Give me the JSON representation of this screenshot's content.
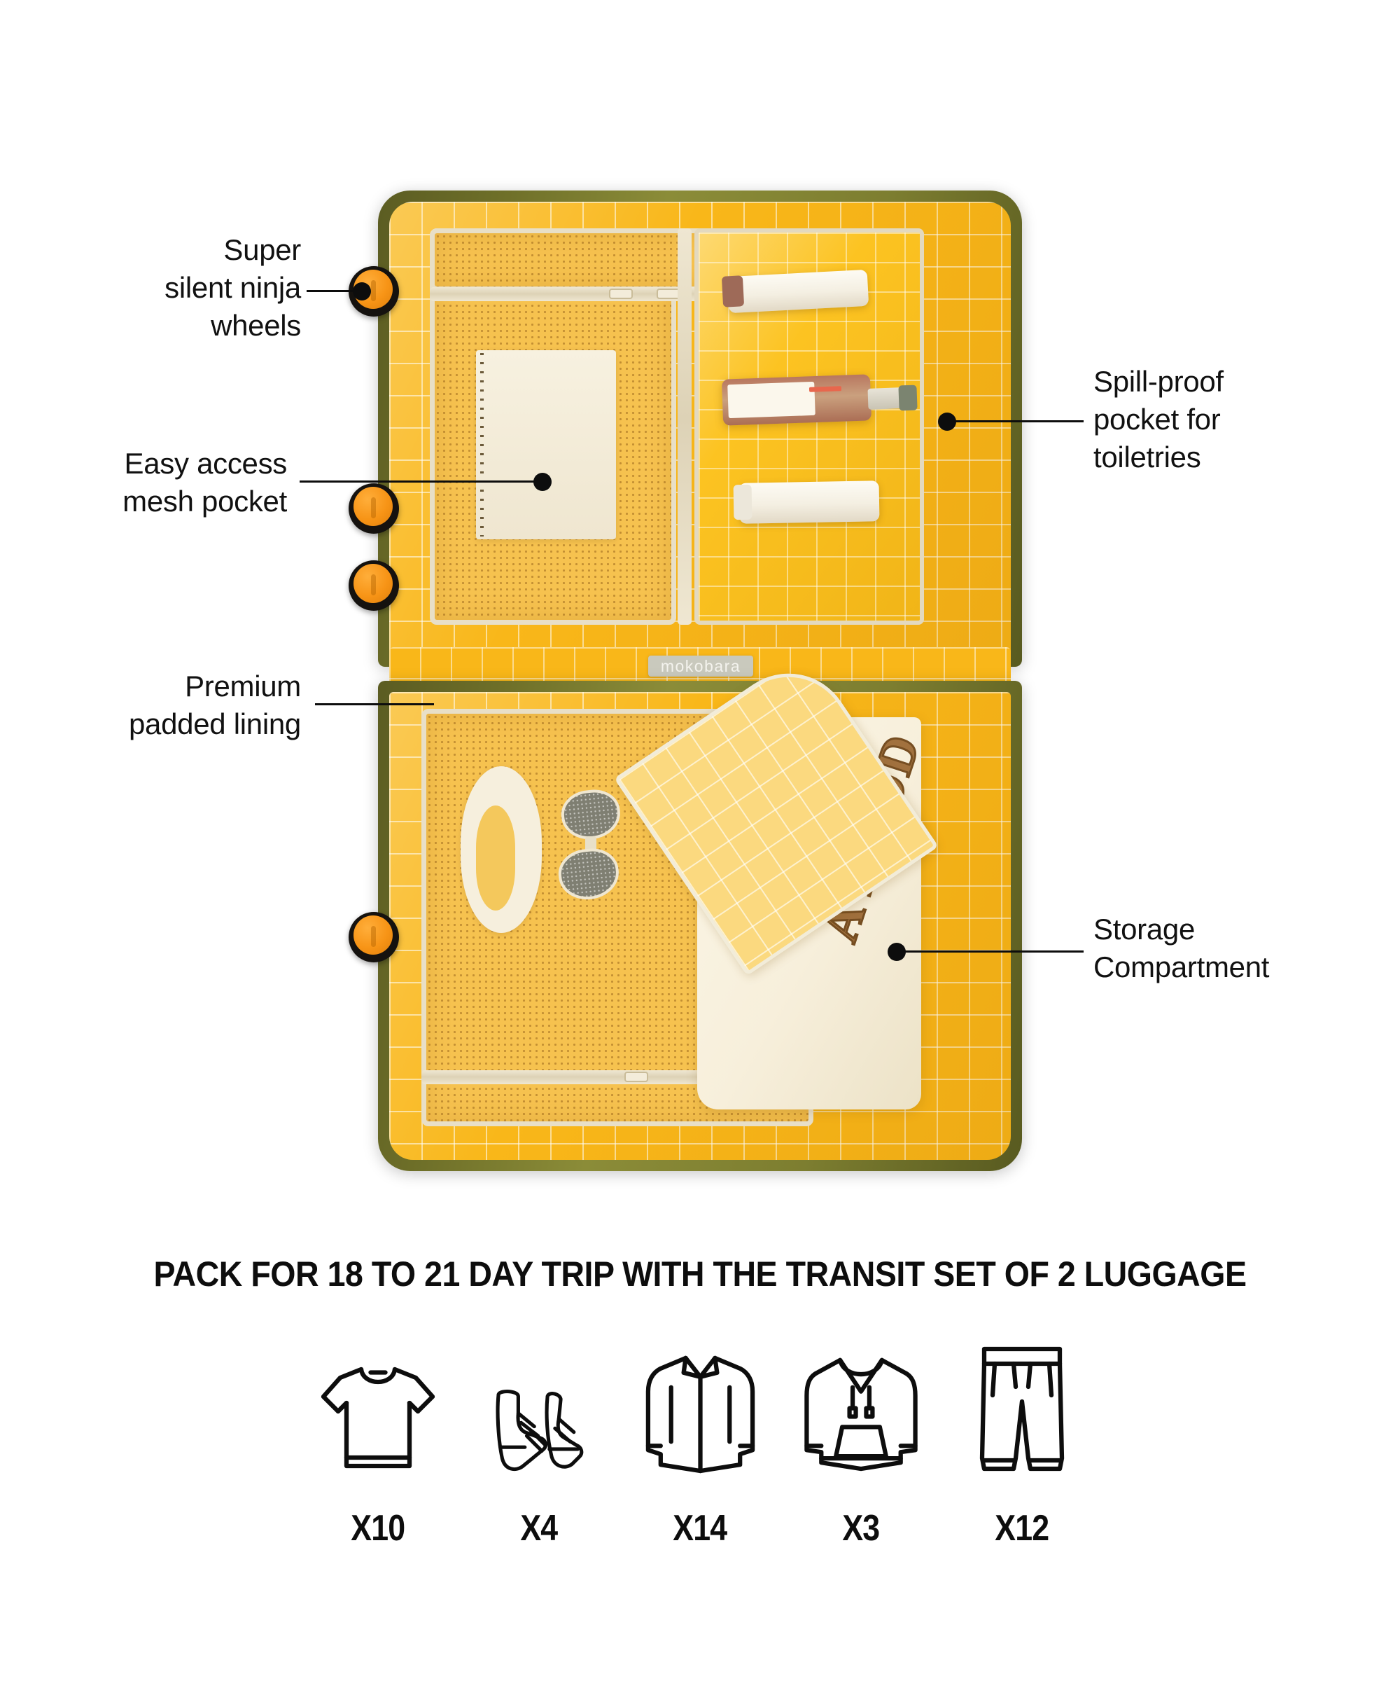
{
  "callouts": [
    {
      "id": "wheels",
      "label": "Super\nsilent ninja\nwheels",
      "side": "left"
    },
    {
      "id": "mesh",
      "label": "Easy access\nmesh pocket",
      "side": "left"
    },
    {
      "id": "lining",
      "label": "Premium\npadded lining",
      "side": "left"
    },
    {
      "id": "spill",
      "label": "Spill-proof\npocket for\ntoiletries",
      "side": "right"
    },
    {
      "id": "storage",
      "label": "Storage\nCompartment",
      "side": "right"
    }
  ],
  "product": {
    "brand_tag": "mokobara",
    "pouch_text": "A HOOD"
  },
  "pack": {
    "title": "PACK FOR 18 TO 21 DAY TRIP WITH THE TRANSIT SET OF 2 LUGGAGE",
    "items": [
      {
        "icon": "tshirt-icon",
        "qty": "X10"
      },
      {
        "icon": "sneakers-icon",
        "qty": "X4"
      },
      {
        "icon": "shirt-icon",
        "qty": "X14"
      },
      {
        "icon": "hoodie-icon",
        "qty": "X3"
      },
      {
        "icon": "pants-icon",
        "qty": "X12"
      }
    ]
  },
  "colors": {
    "shell": "#6f7029",
    "lining": "#f9b719",
    "mesh": "#f6c24f",
    "wheel": "#f79416",
    "trim": "#e8dfc7",
    "text": "#0d0d0d",
    "background": "#ffffff"
  }
}
